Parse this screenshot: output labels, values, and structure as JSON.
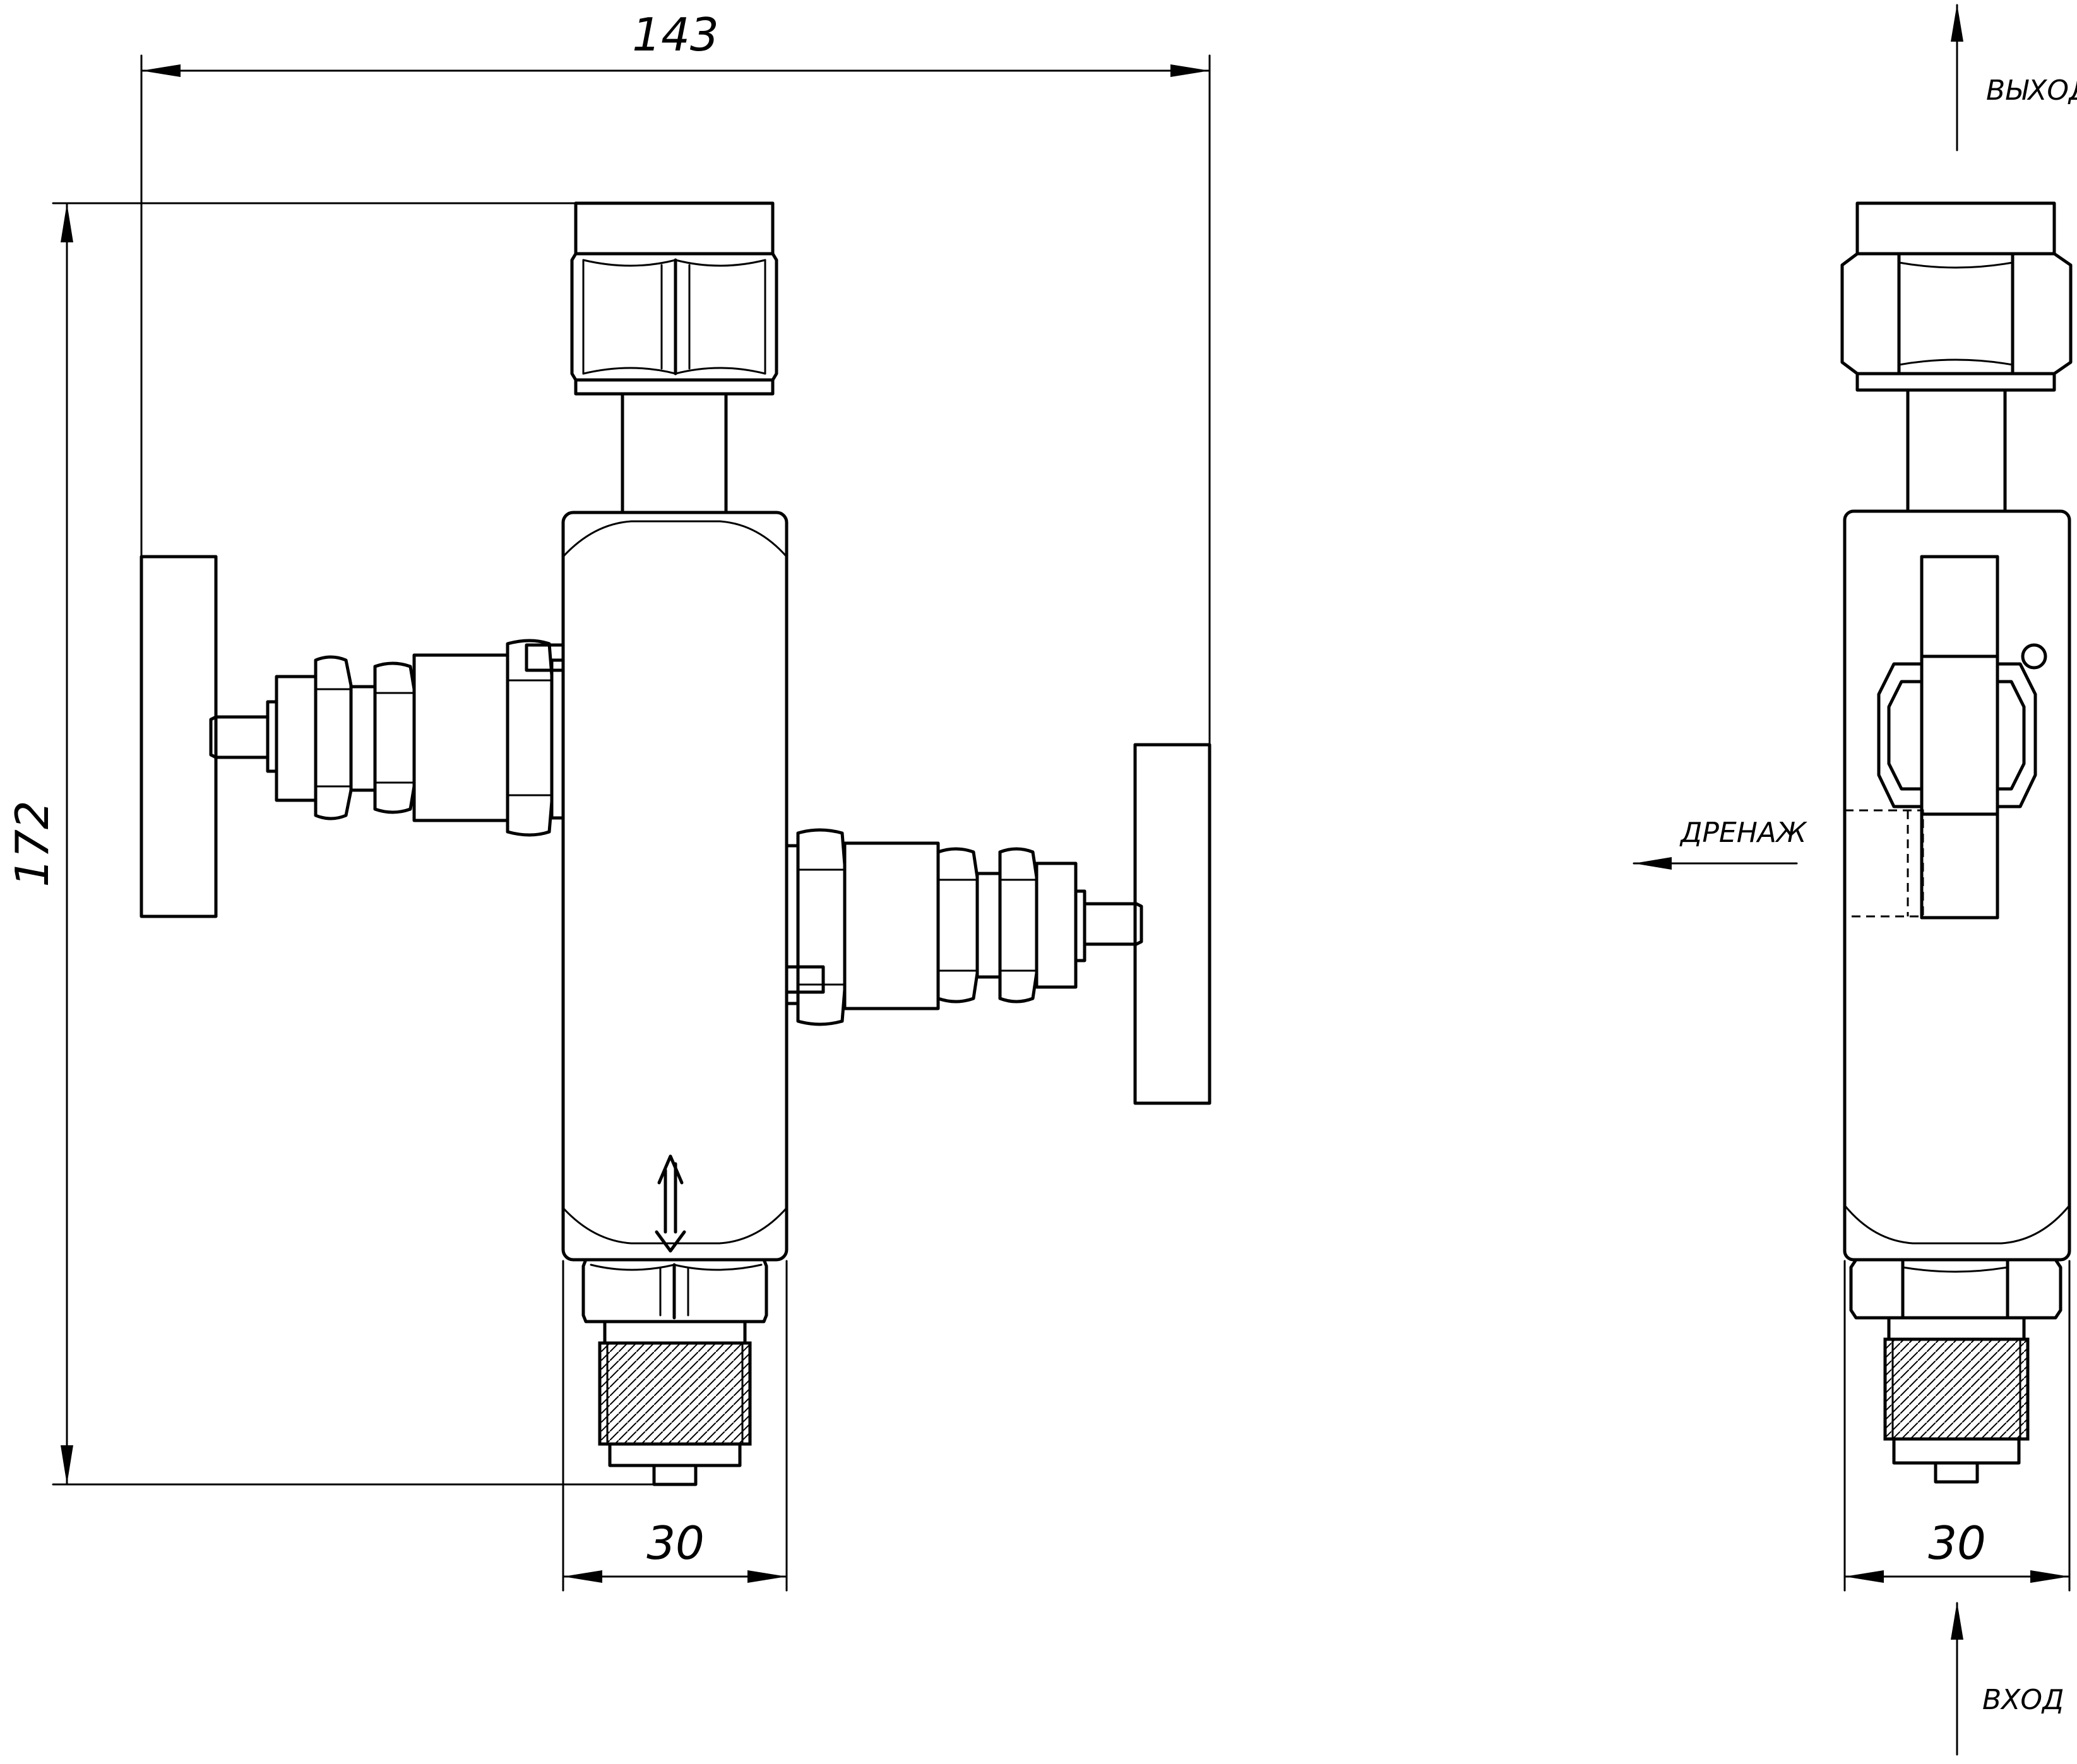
{
  "dimensions": {
    "overall_width": "143",
    "overall_height": "172",
    "body_width_front": "30",
    "body_width_side": "30"
  },
  "ports": {
    "outlet": "ВЫХОД",
    "inlet": "ВХОД",
    "drain": "ДРЕНАЖ"
  }
}
